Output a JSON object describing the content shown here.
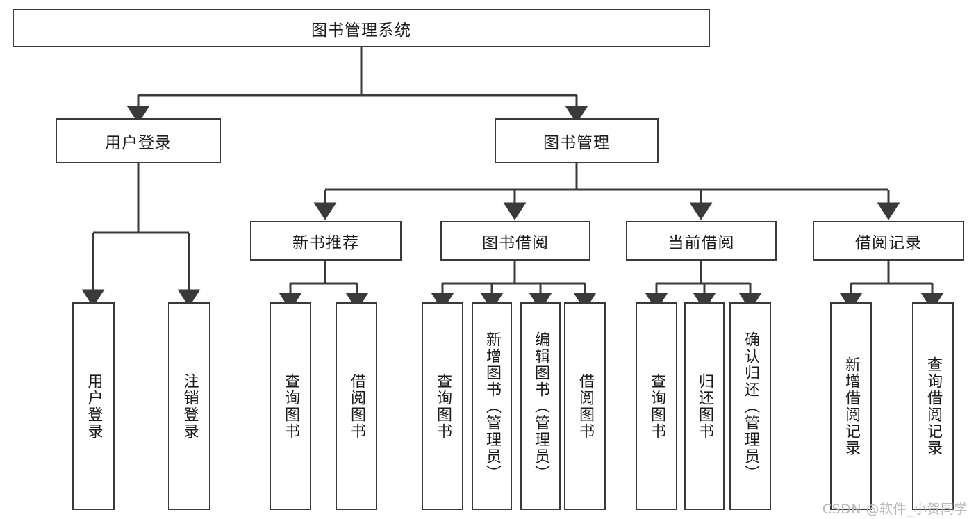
{
  "diagram": {
    "title": "图书管理系统",
    "type": "tree-hierarchy",
    "root": {
      "id": "root",
      "label": "图书管理系统",
      "orientation": "horizontal"
    },
    "level2": [
      {
        "id": "user-login",
        "label": "用户登录",
        "orientation": "horizontal"
      },
      {
        "id": "book-manage",
        "label": "图书管理",
        "orientation": "horizontal"
      }
    ],
    "level3": [
      {
        "id": "new-book-recommend",
        "label": "新书推荐",
        "orientation": "horizontal",
        "parent": "book-manage"
      },
      {
        "id": "book-borrow",
        "label": "图书借阅",
        "orientation": "horizontal",
        "parent": "book-manage"
      },
      {
        "id": "current-borrow",
        "label": "当前借阅",
        "orientation": "horizontal",
        "parent": "book-manage"
      },
      {
        "id": "borrow-record",
        "label": "借阅记录",
        "orientation": "horizontal",
        "parent": "book-manage"
      }
    ],
    "leaves": [
      {
        "id": "leaf-user-login",
        "label": "用户登录",
        "parent": "user-login"
      },
      {
        "id": "leaf-logout-login",
        "label": "注销登录",
        "parent": "user-login"
      },
      {
        "id": "leaf-query-book-1",
        "label": "查询图书",
        "parent": "new-book-recommend"
      },
      {
        "id": "leaf-borrow-book-1",
        "label": "借阅图书",
        "parent": "new-book-recommend"
      },
      {
        "id": "leaf-query-book-2",
        "label": "查询图书",
        "parent": "book-borrow"
      },
      {
        "id": "leaf-add-book",
        "label": "新增图书（管理员）",
        "parent": "book-borrow"
      },
      {
        "id": "leaf-edit-book",
        "label": "编辑图书（管理员）",
        "parent": "book-borrow"
      },
      {
        "id": "leaf-borrow-book-2",
        "label": "借阅图书",
        "parent": "book-borrow"
      },
      {
        "id": "leaf-query-book-3",
        "label": "查询图书",
        "parent": "current-borrow"
      },
      {
        "id": "leaf-return-book",
        "label": "归还图书",
        "parent": "current-borrow"
      },
      {
        "id": "leaf-confirm-return",
        "label": "确认归还（管理员）",
        "parent": "current-borrow"
      },
      {
        "id": "leaf-add-record",
        "label": "新增借阅记录",
        "parent": "borrow-record"
      },
      {
        "id": "leaf-query-record",
        "label": "查询借阅记录",
        "parent": "borrow-record"
      }
    ],
    "colors": {
      "stroke": "#3a3a3a",
      "fill": "#ffffff",
      "text": "#1a1a1a",
      "watermark": "#b9b9b9"
    }
  },
  "watermark": {
    "text": "CSDN @软件_小贺同学"
  }
}
